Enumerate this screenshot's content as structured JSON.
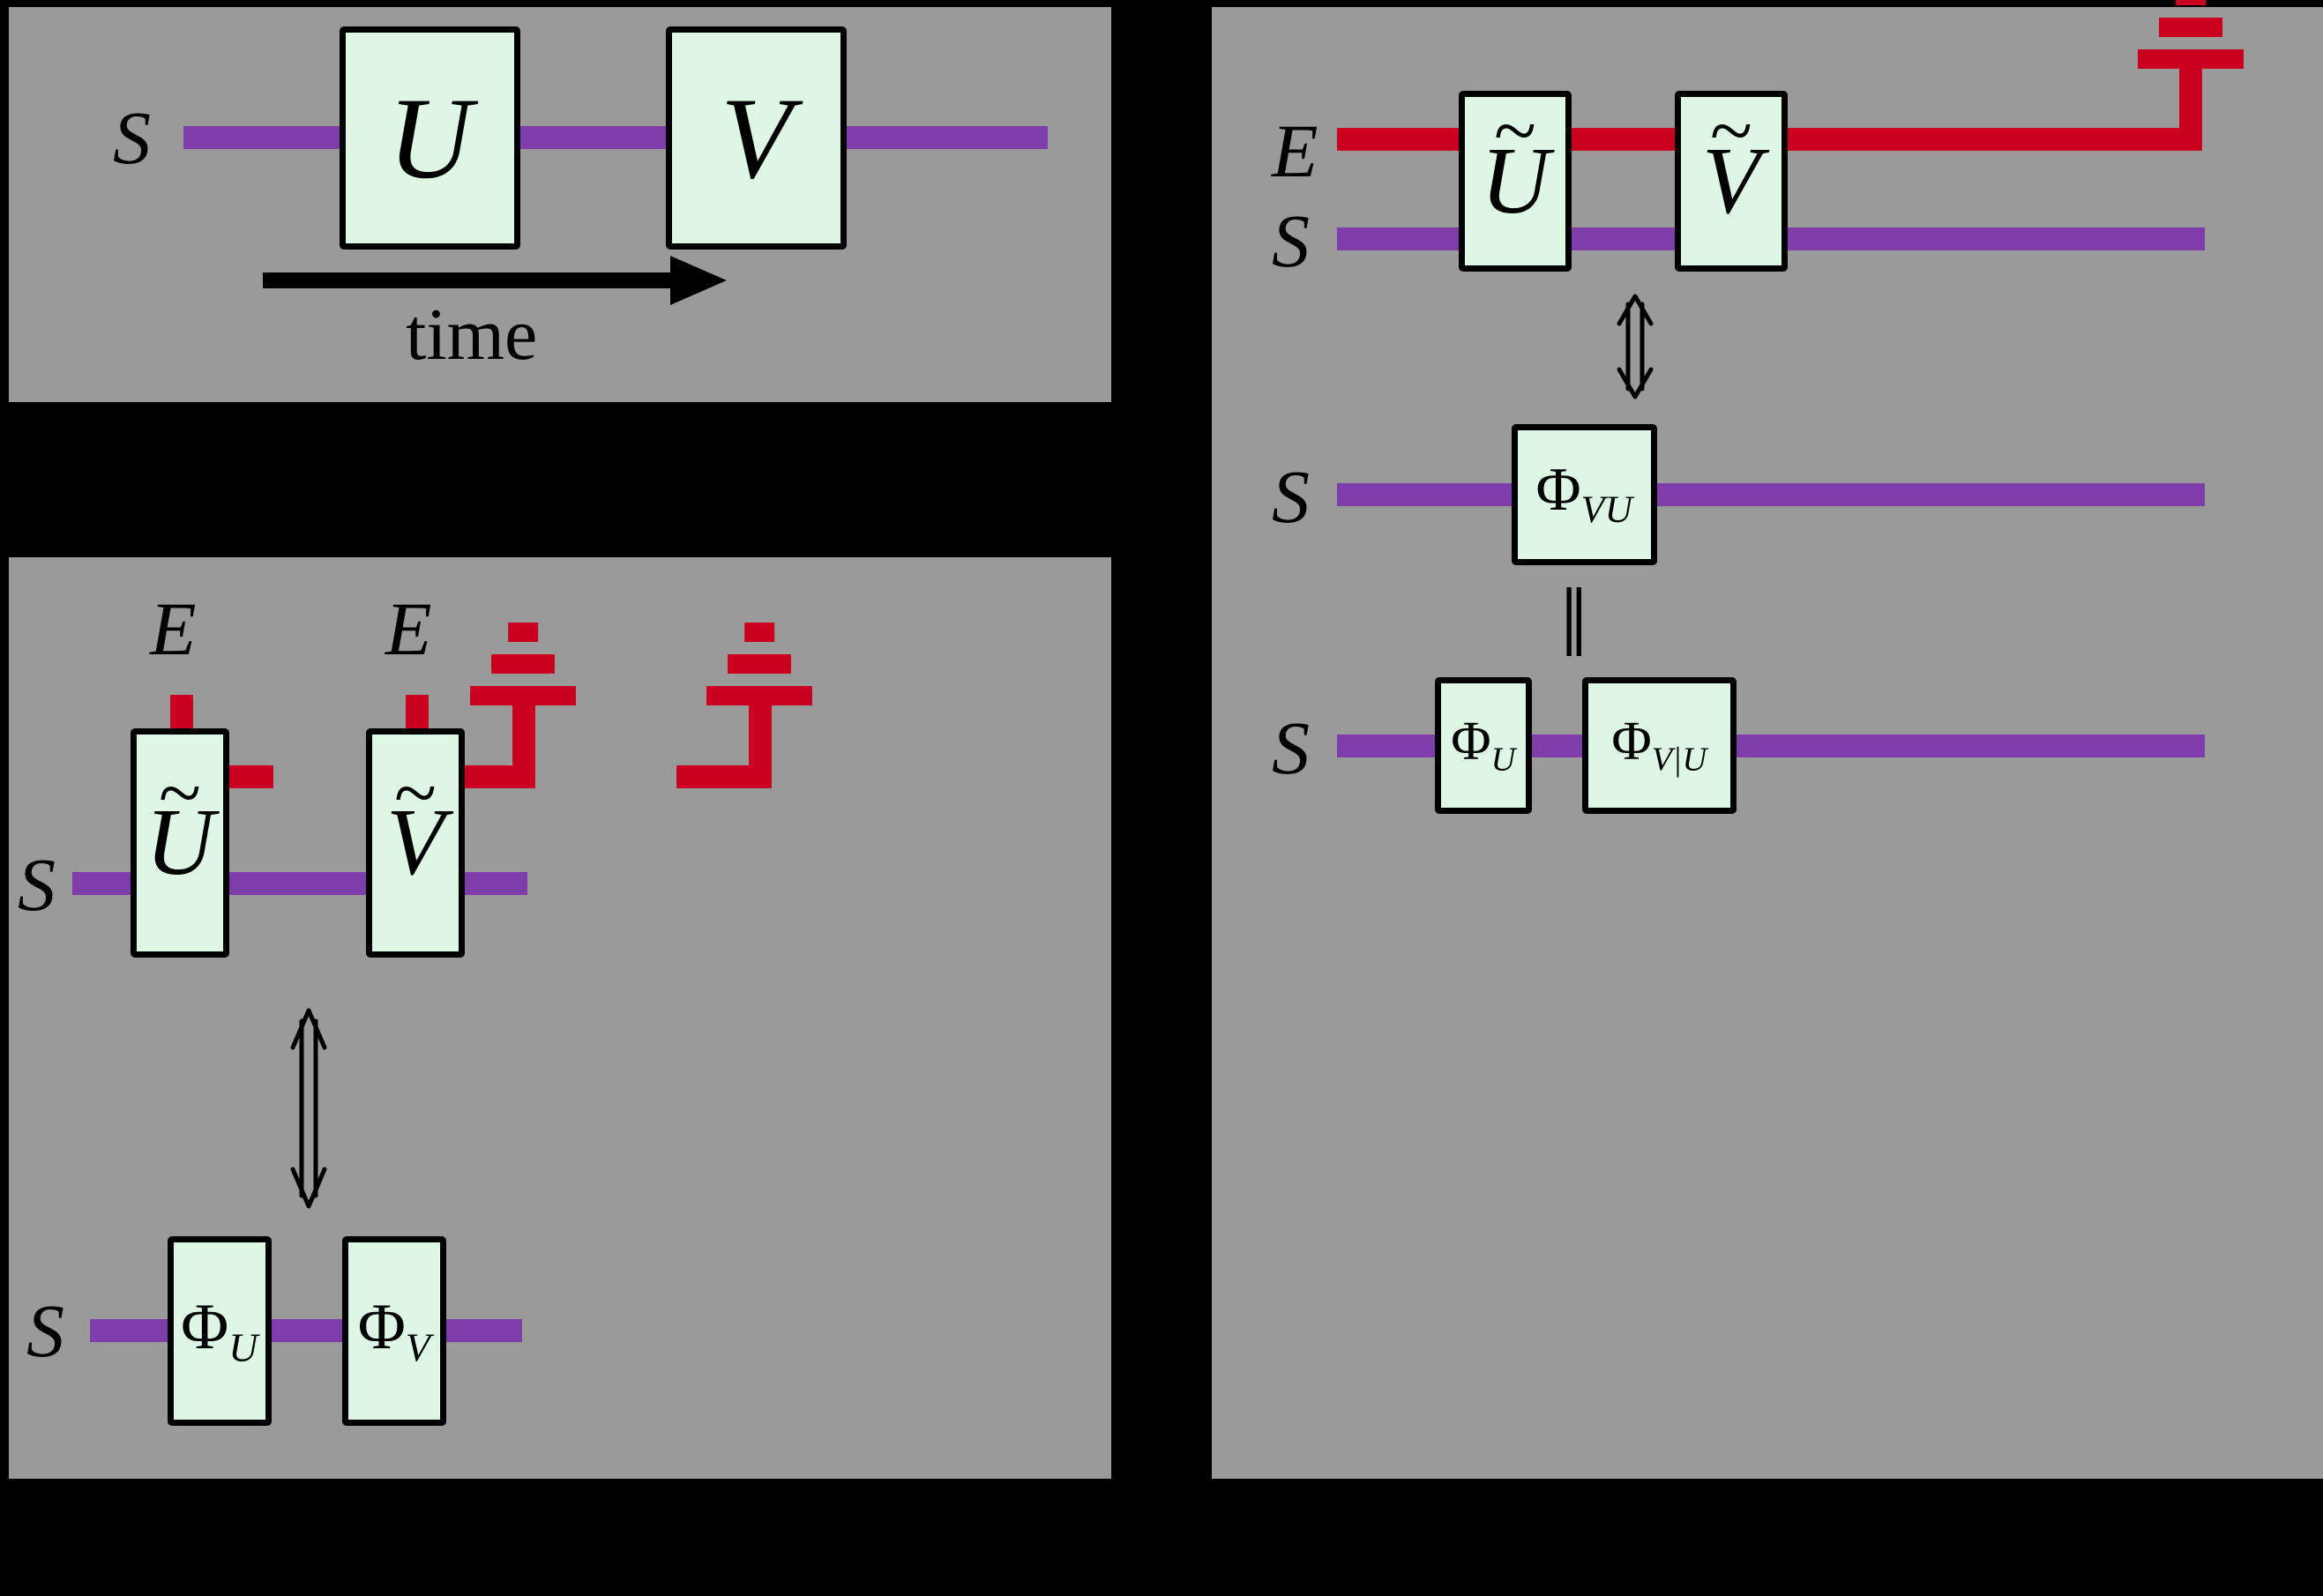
{
  "figure": {
    "background_color": "#000000",
    "panel_color": "#9a9a9a",
    "gate_fill": "#ddf7e4",
    "gate_stroke": "#000000",
    "wire_s_color": "#7e3da8",
    "wire_e_color": "#cb0021"
  },
  "panel_a": {
    "name": "unitary-sequence",
    "wire_label_s": "S",
    "gate_u": "U",
    "gate_v": "V",
    "axis_label": "time",
    "axis_icon": "right-arrow-icon"
  },
  "panel_b": {
    "name": "independent-channels",
    "top": {
      "wire_label_e_1": "E",
      "wire_label_e_2": "E",
      "wire_label_s": "S",
      "gate_u_base": "U",
      "gate_u_accent": "~",
      "gate_v_base": "V",
      "gate_v_accent": "~",
      "ground_icon_1": "ground-icon",
      "ground_icon_2": "ground-icon"
    },
    "equiv_icon": "up-down-double-arrow-icon",
    "bottom": {
      "wire_label_s": "S",
      "gate_phi_u_base": "Φ",
      "gate_phi_u_sub": "U",
      "gate_phi_v_base": "Φ",
      "gate_phi_v_sub": "V"
    }
  },
  "panel_c": {
    "name": "joint-channel-decomposition",
    "top": {
      "wire_label_e": "E",
      "wire_label_s": "S",
      "gate_u_base": "U",
      "gate_u_accent": "~",
      "gate_v_base": "V",
      "gate_v_accent": "~",
      "ground_icon": "ground-icon"
    },
    "equiv_icon": "up-down-double-arrow-icon",
    "middle": {
      "wire_label_s": "S",
      "gate_phi_vu_base": "Φ",
      "gate_phi_vu_sub": "VU"
    },
    "equals_symbol": "‖",
    "bottom": {
      "wire_label_s": "S",
      "gate_phi_u_base": "Φ",
      "gate_phi_u_sub": "U",
      "gate_phi_vgu_base": "Φ",
      "gate_phi_vgu_sub": "V|U"
    }
  }
}
